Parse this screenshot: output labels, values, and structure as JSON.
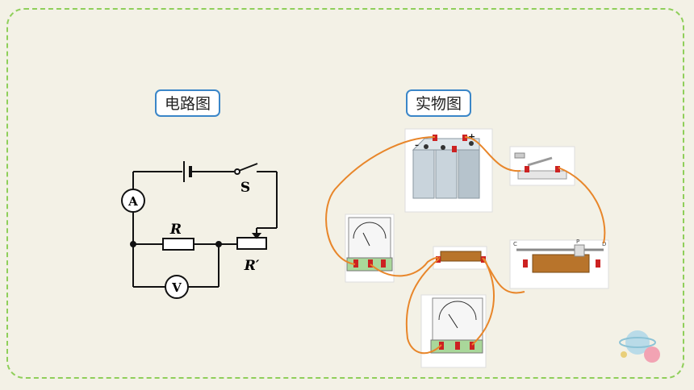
{
  "labels": {
    "circuit_diagram": "电路图",
    "physical_diagram": "实物图"
  },
  "circuit": {
    "ammeter": "A",
    "voltmeter": "V",
    "switch": "S",
    "resistor": "R",
    "rheostat": "R′"
  },
  "battery": {
    "minus": "–",
    "plus": "+"
  },
  "rheostat_terminals": {
    "c": "C",
    "p": "P",
    "d": "D"
  },
  "colors": {
    "frame": "#8fcf5a",
    "tag_border": "#3a86c8",
    "wire": "#e8862a"
  }
}
